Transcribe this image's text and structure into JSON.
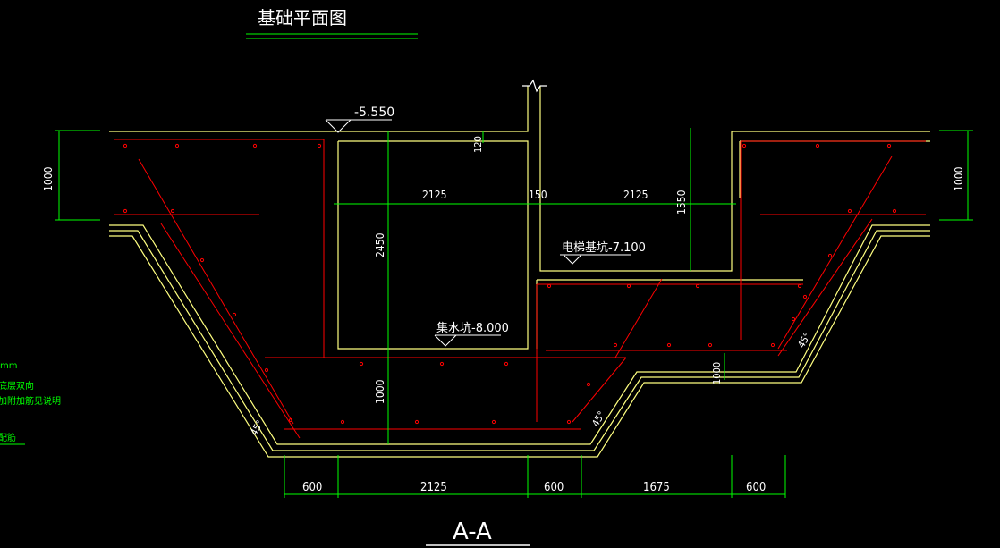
{
  "drawing": {
    "title": "基础平面图",
    "section_label": "A-A"
  },
  "levels": {
    "top": "-5.550",
    "elevator_pit": "电梯基坑-7.100",
    "sump_pit": "集水坑-8.000"
  },
  "dims": {
    "left_height": "1000",
    "right_height": "1000",
    "wall_thk": "120",
    "sump_width": "2125",
    "gap": "150",
    "pit_width": "2125",
    "pit_depth": "1550",
    "sump_height": "2450",
    "sump_depth": "1000",
    "step_depth": "1000",
    "bottom": [
      "600",
      "2125",
      "600",
      "1675",
      "600"
    ],
    "angle_left": "45°",
    "angle_mid": "45°",
    "angle_right": "45°"
  },
  "notes": [
    "mm",
    "底层双向",
    "加附加筋见说明",
    "配筋"
  ],
  "colors": {
    "background": "#000000",
    "outline": "#ffff80",
    "rebar": "#ff0000",
    "dimension": "#00ff00",
    "text": "#ffffff",
    "wall": "#ffffff"
  }
}
